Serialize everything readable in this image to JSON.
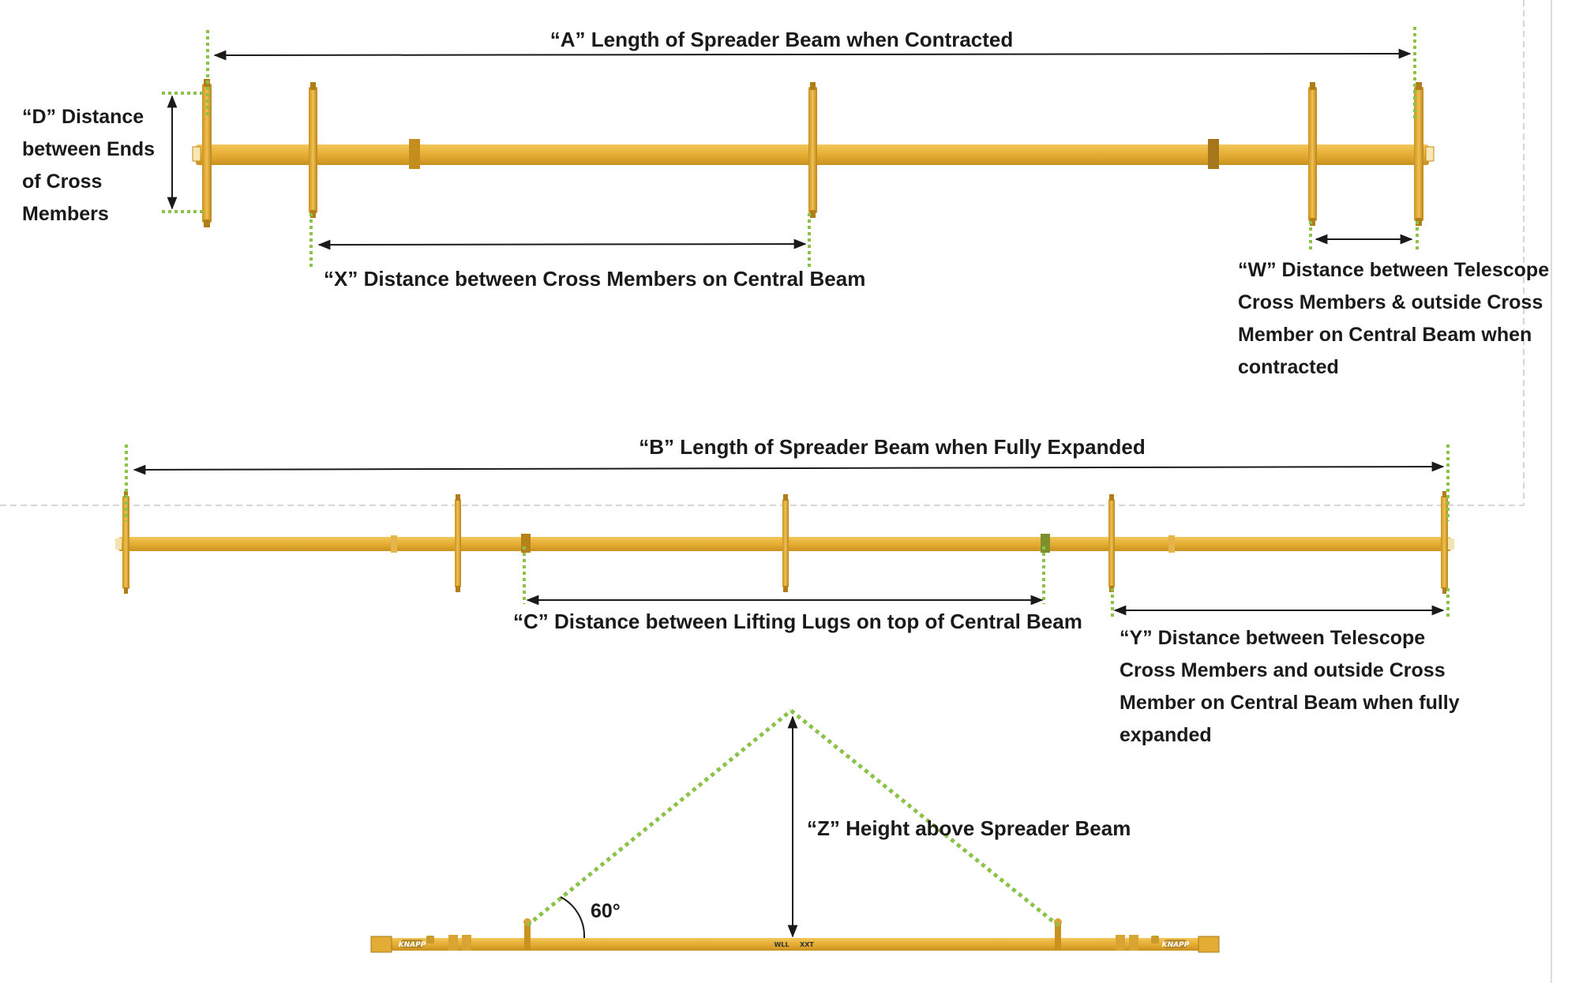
{
  "labels": {
    "a": "“A” Length of Spreader Beam when Contracted",
    "d": [
      "“D” Distance",
      "between Ends",
      "of Cross",
      "Members"
    ],
    "x": "“X” Distance between Cross Members on Central Beam",
    "w": [
      "“W” Distance between Telescope",
      "Cross Members &   outside Cross",
      "Member on  Central Beam when",
      "contracted"
    ],
    "b": "“B” Length of Spreader Beam when Fully Expanded",
    "c": "“C” Distance between Lifting Lugs on top of Central Beam",
    "y": [
      "“Y” Distance between Telescope",
      "Cross Members and outside Cross",
      "Member on Central Beam when fully",
      "expanded"
    ],
    "z": "“Z” Height above Spreader Beam",
    "angle": "60°"
  },
  "beam_markings": {
    "brand": "KNAPP",
    "wll": "WLL",
    "code": "XXT"
  },
  "colors": {
    "beam": "#e8b23a",
    "beam_dark": "#c48e1c",
    "dotted_guide": "#8bc34a",
    "arrow": "#1a1a1a",
    "page_border": "#c8c8c8"
  }
}
